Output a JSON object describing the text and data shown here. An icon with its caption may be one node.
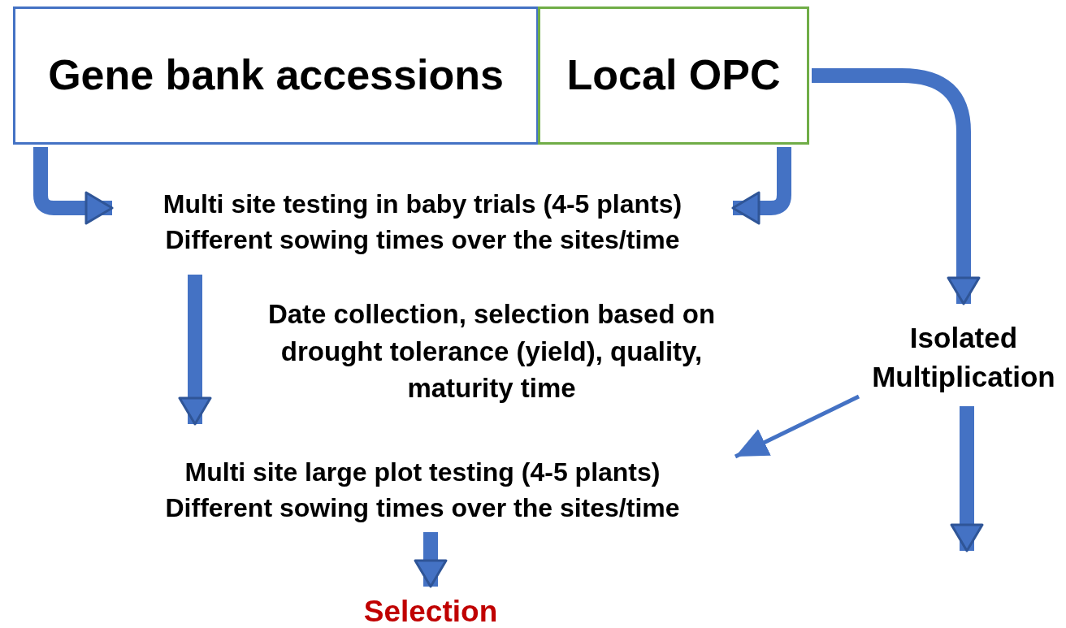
{
  "diagram": {
    "nodes": [
      {
        "text": [
          "Gene bank accessions"
        ]
      },
      {
        "text": [
          "Local OPC"
        ]
      },
      {
        "text": [
          "Multi site testing in baby trials (4-5 plants)",
          "Different sowing times over the sites/time"
        ]
      },
      {
        "text": [
          "Multi site large plot testing (4-5 plants)",
          "Different sowing times over the sites/time"
        ]
      },
      {
        "text": [
          "Selection"
        ]
      },
      {
        "text": [
          "Isolated Multiplication"
        ]
      }
    ],
    "edges": [
      {
        "from": 0,
        "to": 2,
        "arrow": "to"
      },
      {
        "from": 1,
        "to": 2,
        "arrow": "to"
      },
      {
        "from": 2,
        "to": 3,
        "arrow": "to",
        "label": "Date collection, selection based on drought tolerance (yield), quality, maturity time"
      },
      {
        "from": 3,
        "to": 4,
        "arrow": "to"
      },
      {
        "from": 1,
        "to": 5,
        "arrow": "to"
      },
      {
        "from": 5,
        "to": 3,
        "arrow": "to"
      },
      {
        "from": 5,
        "to": null,
        "arrow": "to"
      }
    ]
  }
}
